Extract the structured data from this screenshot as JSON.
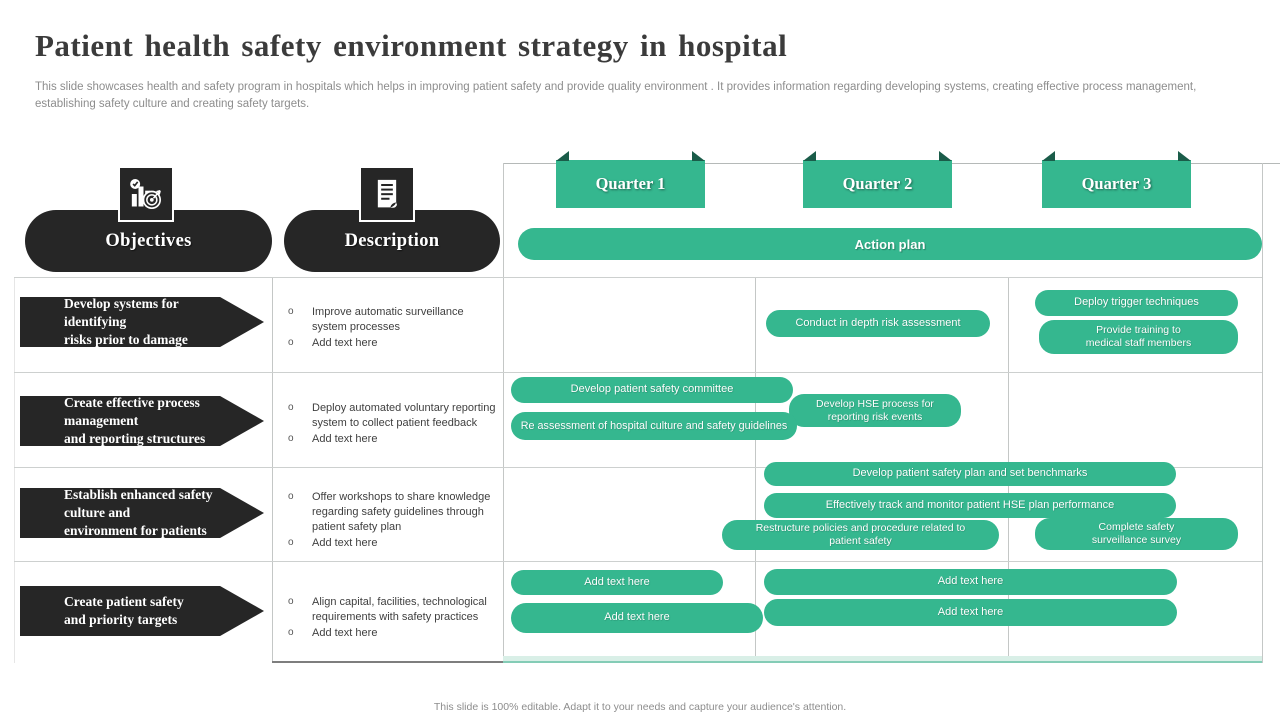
{
  "title": "Patient health safety environment strategy in hospital",
  "subtitle": "This slide showcases health and safety program in hospitals which helps in improving patient safety and provide quality environment . It provides information regarding developing systems, creating effective process management, establishing safety culture and creating safety targets.",
  "footer": "This slide is 100% editable.  Adapt it to your needs and capture your audience's attention.",
  "bullet": "o",
  "colors": {
    "accent_green": "#35b78f",
    "accent_dark_green": "#1a5c49",
    "shape_dark": "#262626",
    "grid_line": "#c4c7c6",
    "bottom_strip": "#d9efe7"
  },
  "header": {
    "objectives_label": "Objectives",
    "description_label": "Description",
    "action_plan_label": "Action plan",
    "quarters": [
      "Quarter 1",
      "Quarter 2",
      "Quarter 3"
    ]
  },
  "rows": [
    {
      "objective": "Develop systems  for identifying\nrisks prior to damage",
      "description": [
        "Improve  automatic surveillance\nsystem processes",
        "Add text here"
      ],
      "bars": [
        "Conduct in depth risk assessment",
        "Deploy trigger techniques",
        "Provide training to\nmedical staff members"
      ]
    },
    {
      "objective": "Create effective  process management\nand reporting structures",
      "description": [
        "Deploy automated  voluntary reporting\nsystem to collect patient  feedback",
        "Add text here"
      ],
      "bars": [
        "Develop patient safety committee",
        "Develop HSE  process for\nreporting risk events",
        "Re assessment of hospital culture and safety guidelines"
      ]
    },
    {
      "objective": "Establish enhanced safety culture and\nenvironment for patients",
      "description": [
        "Offer workshops to share knowledge\nregarding safety guidelines through\npatient safety plan",
        "Add text here"
      ],
      "bars": [
        "Develop patient safety plan and set benchmarks",
        "Effectively track and monitor  patient HSE  plan performance",
        "Restructure policies and procedure related to\npatient safety",
        "Complete  safety\nsurveillance survey"
      ]
    },
    {
      "objective": "Create patient safety\nand priority targets",
      "description": [
        "Align capital,  facilities, technological\nrequirements with safety practices",
        "Add text here"
      ],
      "bars": [
        "Add text here",
        "Add text here",
        "Add text here",
        "Add text here"
      ]
    }
  ]
}
